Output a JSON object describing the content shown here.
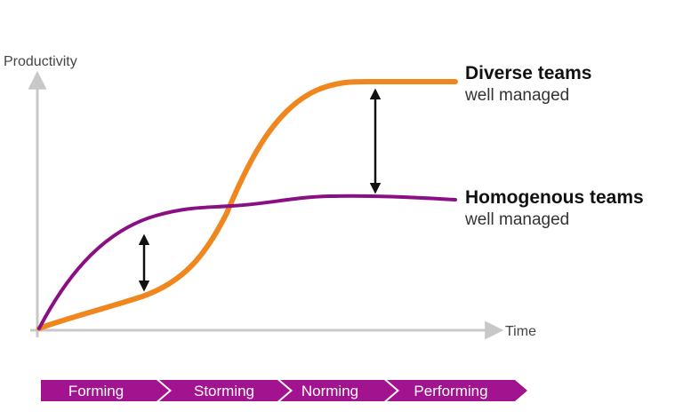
{
  "axes": {
    "y_label": "Productivity",
    "x_label": "Time"
  },
  "series": [
    {
      "name": "Diverse teams",
      "subtitle": "well managed",
      "color": "#F0861E",
      "values": [
        0,
        0.06,
        0.19,
        0.52,
        0.9,
        1.0,
        1.0
      ]
    },
    {
      "name": "Homogenous teams",
      "subtitle": "well managed",
      "color": "#8A0F85",
      "values": [
        0,
        0.38,
        0.49,
        0.54,
        0.54,
        0.53
      ]
    }
  ],
  "stages": [
    "Forming",
    "Storming",
    "Norming",
    "Performing"
  ],
  "colors": {
    "axis": "#C8C8C8",
    "stage_fill": "#A2138F",
    "arrow": "#111111"
  }
}
